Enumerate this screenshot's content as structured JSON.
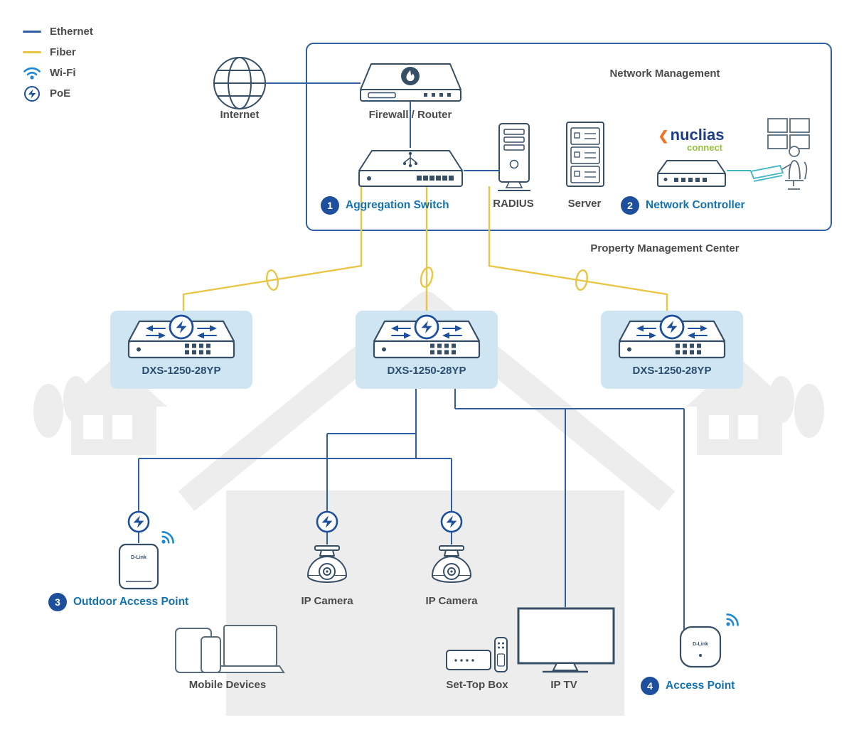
{
  "legend": {
    "items": [
      {
        "label": "Ethernet"
      },
      {
        "label": "Fiber"
      },
      {
        "label": "Wi-Fi"
      },
      {
        "label": "PoE"
      }
    ]
  },
  "management": {
    "title": "Network Management",
    "footer": "Property Management Center",
    "internet_label": "Internet",
    "firewall_label": "Firewall / Router",
    "aggregation": {
      "num": "1",
      "label": "Aggregation Switch"
    },
    "radius_label": "RADIUS",
    "server_label": "Server",
    "controller": {
      "num": "2",
      "label": "Network Controller"
    },
    "nuclias": {
      "chevron": "❮",
      "name": "nuclias",
      "sub": "connect"
    }
  },
  "access_switches": [
    {
      "model": "DXS-1250-28YP"
    },
    {
      "model": "DXS-1250-28YP"
    },
    {
      "model": "DXS-1250-28YP"
    }
  ],
  "endpoints": {
    "brand": "D-Link",
    "outdoor_ap": {
      "num": "3",
      "label": "Outdoor Access Point"
    },
    "camera1": {
      "label": "IP Camera"
    },
    "camera2": {
      "label": "IP Camera"
    },
    "mobile": {
      "label": "Mobile Devices"
    },
    "settop": {
      "label": "Set-Top Box"
    },
    "iptv": {
      "label": "IP TV"
    },
    "ap": {
      "num": "4",
      "label": "Access Point"
    }
  },
  "colors": {
    "ethernet": "#2E5EA3",
    "fiber": "#E8C545",
    "wifi": "#1E88D2",
    "device_outline": "#374F66",
    "badge_blue": "#1D4F9C",
    "label_blue": "#1272B2",
    "label_dark": "#4A4A4A",
    "switch_panel": "#CFE5F2",
    "house_gray": "#EDEDED",
    "teal": "#3FB4C4"
  }
}
